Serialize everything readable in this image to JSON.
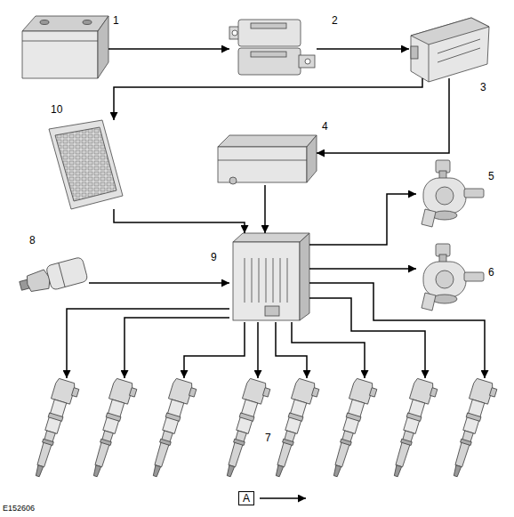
{
  "diagram": {
    "nodes": [
      {
        "text": [
          "1"
        ]
      },
      {
        "text": [
          "2"
        ]
      },
      {
        "text": [
          "3"
        ]
      },
      {
        "text": [
          "10"
        ]
      },
      {
        "text": [
          "4"
        ]
      },
      {
        "text": [
          "5"
        ]
      },
      {
        "text": [
          "8"
        ]
      },
      {
        "text": [
          "9"
        ]
      },
      {
        "text": [
          "6"
        ]
      },
      {
        "text": [
          "7"
        ]
      }
    ],
    "edges": [
      {
        "from": 0,
        "to": 1,
        "arrow": "to"
      },
      {
        "from": 1,
        "to": 2,
        "arrow": "to"
      },
      {
        "from": 2,
        "to": 3,
        "arrow": "to"
      },
      {
        "from": 2,
        "to": 4,
        "arrow": "to"
      },
      {
        "from": 3,
        "to": 7,
        "arrow": "to"
      },
      {
        "from": 4,
        "to": 7,
        "arrow": "to"
      },
      {
        "from": 6,
        "to": 7,
        "arrow": "to"
      },
      {
        "from": 7,
        "to": 5,
        "arrow": "to"
      },
      {
        "from": 7,
        "to": 8,
        "arrow": "to"
      },
      {
        "from": 7,
        "to": 9,
        "arrow": "to"
      },
      {
        "from": 7,
        "to": 9,
        "arrow": "to"
      },
      {
        "from": 7,
        "to": 9,
        "arrow": "to"
      },
      {
        "from": 7,
        "to": 9,
        "arrow": "to"
      },
      {
        "from": 7,
        "to": 9,
        "arrow": "to"
      },
      {
        "from": 7,
        "to": 9,
        "arrow": "to"
      },
      {
        "from": 7,
        "to": 9,
        "arrow": "to"
      },
      {
        "from": 7,
        "to": 9,
        "arrow": "to"
      }
    ],
    "labels": [
      "E152606"
    ],
    "legend": [
      {
        "text": "A"
      }
    ]
  }
}
